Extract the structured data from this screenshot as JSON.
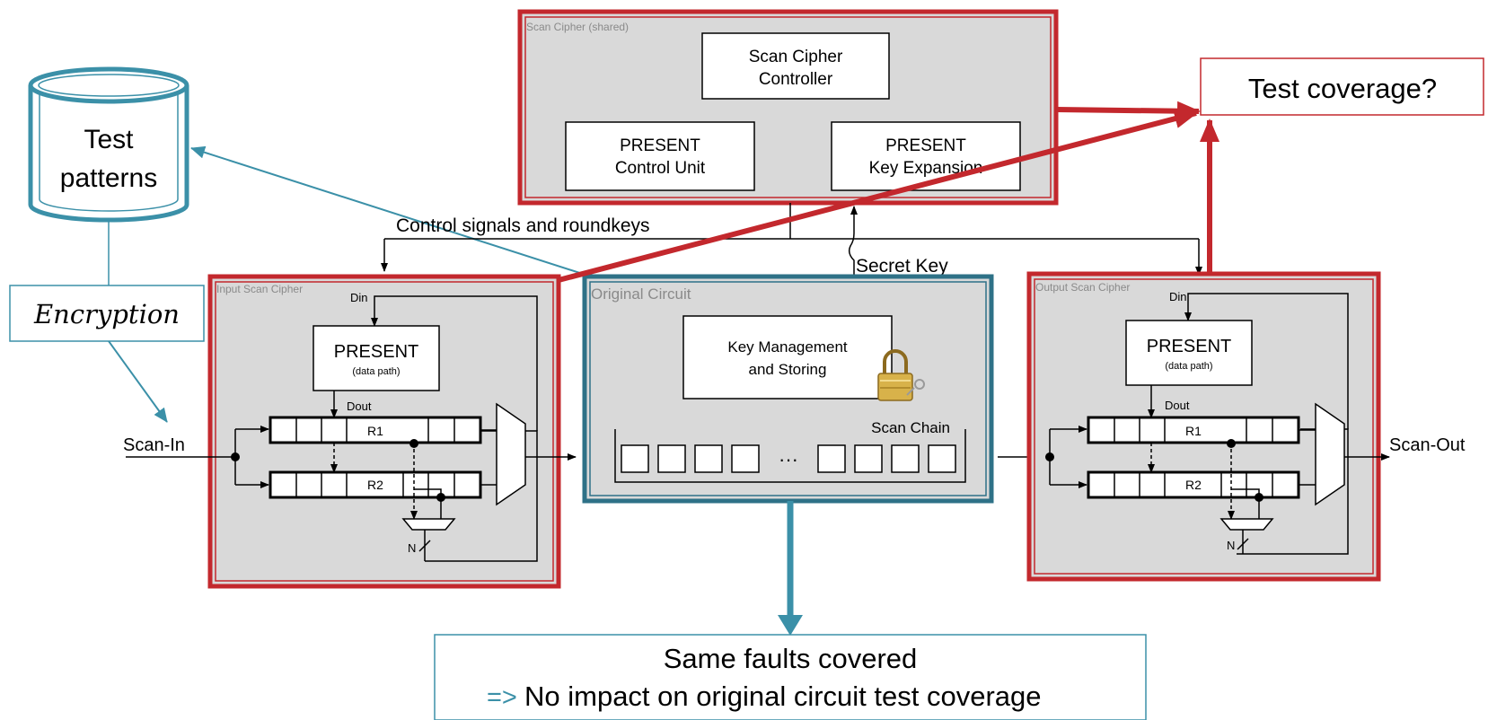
{
  "scan_cipher": {
    "title": "Scan Cipher (shared)",
    "controller": [
      "Scan Cipher",
      "Controller"
    ],
    "control_unit": [
      "PRESENT",
      "Control Unit"
    ],
    "key_expansion": [
      "PRESENT",
      "Key Expansion"
    ]
  },
  "test_coverage_label": "Test coverage?",
  "test_patterns": [
    "Test",
    "patterns"
  ],
  "encryption_label": "Encryption",
  "control_signals_label": "Control signals and roundkeys",
  "secret_key_label": "Secret Key",
  "input_cipher": {
    "title": "Input Scan Cipher",
    "din": "Din",
    "present": "PRESENT",
    "data_path": "(data path)",
    "dout": "Dout",
    "r1": "R1",
    "r2": "R2",
    "n": "N"
  },
  "output_cipher": {
    "title": "Output Scan Cipher",
    "din": "Din",
    "present": "PRESENT",
    "data_path": "(data path)",
    "dout": "Dout",
    "r1": "R1",
    "r2": "R2",
    "n": "N"
  },
  "original_circuit": {
    "title": "Original Circuit",
    "key_mgmt": [
      "Key Management",
      "and Storing"
    ],
    "scan_chain": "Scan Chain",
    "ellipsis": "···"
  },
  "scan_in": "Scan-In",
  "scan_out": "Scan-Out",
  "conclusion": {
    "line1": "Same faults covered",
    "arrow": "=>",
    "line2": "No impact on original circuit test coverage"
  },
  "colors": {
    "red": "#c3282d",
    "teal": "#3b90a8",
    "gray_fill": "#d9d9d9",
    "dark_teal": "#2e7187"
  }
}
